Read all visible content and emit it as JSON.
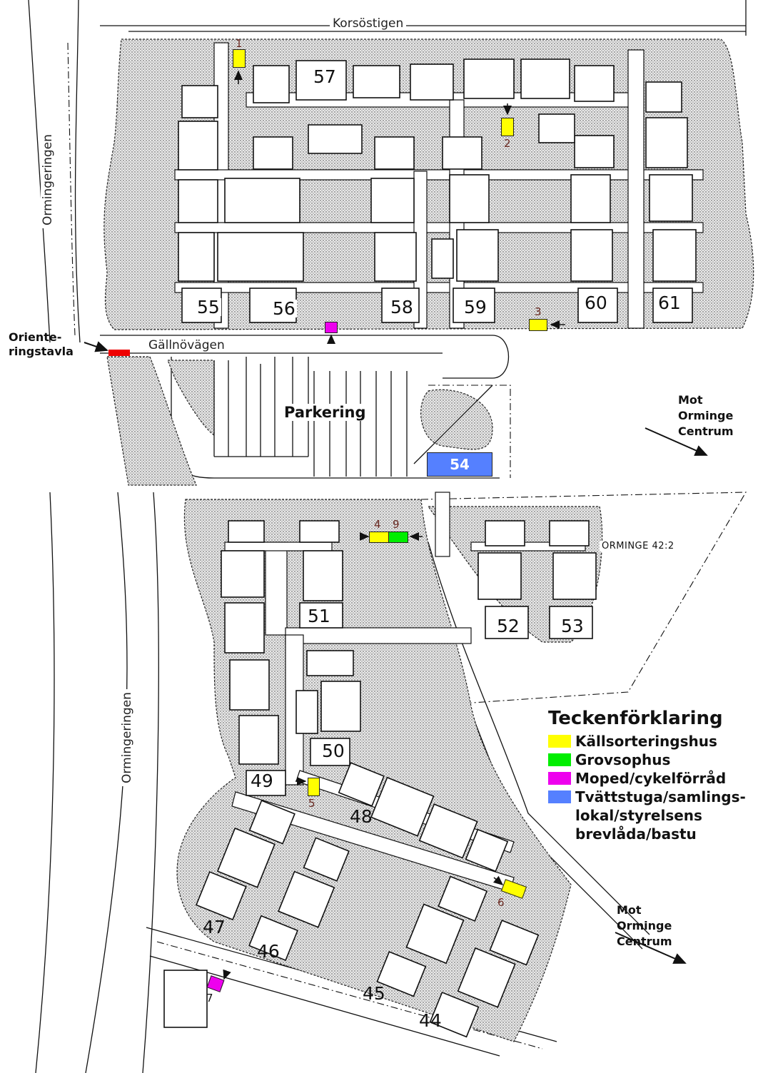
{
  "roads": {
    "north": "Korsöstigen",
    "west_upper": "Ormingeringen",
    "west_lower": "Ormingeringen",
    "middle": "Gällnövägen"
  },
  "labels": {
    "orienteering_board": "Oriente-\nringstavla",
    "parking": "Parkering",
    "direction_upper": "Mot\nOrminge\nCentrum",
    "direction_lower": "Mot\nOrminge\nCentrum",
    "property": "ORMINGE 42:2"
  },
  "houses": [
    "44",
    "45",
    "46",
    "47",
    "48",
    "49",
    "50",
    "51",
    "52",
    "53",
    "54",
    "55",
    "56",
    "57",
    "58",
    "59",
    "60",
    "61"
  ],
  "markers": [
    {
      "number": "1",
      "type": "Källsorteringshus"
    },
    {
      "number": "2",
      "type": "Källsorteringshus"
    },
    {
      "number": "3",
      "type": "Källsorteringshus"
    },
    {
      "number": "4",
      "type": "Källsorteringshus"
    },
    {
      "number": "9",
      "type": "Grovsophus"
    },
    {
      "number": "5",
      "type": "Källsorteringshus"
    },
    {
      "number": "6",
      "type": "Källsorteringshus"
    },
    {
      "number": "7",
      "type": "Moped/cykelförråd"
    }
  ],
  "legend": {
    "title": "Teckenförklaring",
    "items": [
      {
        "label": "Källsorteringshus",
        "color": "#ffff00"
      },
      {
        "label": "Grovsophus",
        "color": "#00ee00"
      },
      {
        "label": "Moped/cykelförråd",
        "color": "#ee00ee"
      },
      {
        "label": "Tvättstuga/samlings-\nlokal/styrelsens\nbrevlåda/bastu",
        "color": "#5580ff"
      }
    ]
  },
  "colors": {
    "orienteering_board": "#ee0000",
    "laundry_building": "#5580ff"
  }
}
